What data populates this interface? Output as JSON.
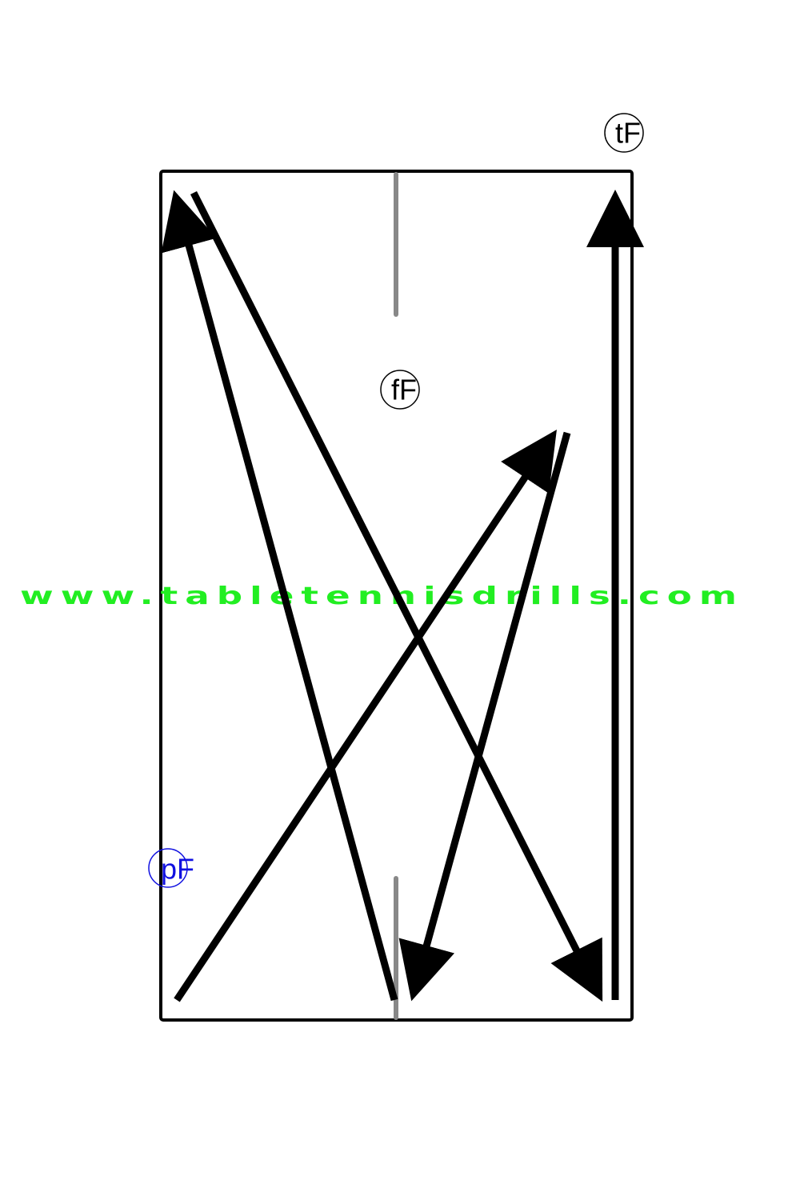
{
  "players": {
    "top_far": {
      "label": "tF",
      "color": "#000000"
    },
    "middle": {
      "label": "fF",
      "color": "#000000"
    },
    "bottom": {
      "label": "pF",
      "color": "#1010e0"
    }
  },
  "watermark": {
    "text": "www.tabletennisdrills.com",
    "color": "#22ee22"
  },
  "colors": {
    "table_outline": "#000000",
    "center_line": "#888888",
    "arrow": "#000000"
  }
}
